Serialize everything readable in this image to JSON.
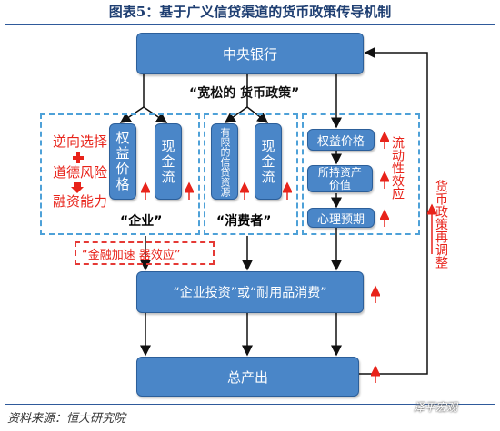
{
  "title": "图表5：基于广义信贷渠道的货币政策传导机制",
  "central_bank": "中央银行",
  "policy_label": "“宽松的 货币政策”",
  "enterprise": {
    "box1": "权益价格",
    "box2": "现金流",
    "left_line1": "逆向选择",
    "left_line2": "道德风险",
    "left_line3": "融资能力",
    "group_label": "“企业”"
  },
  "consumer": {
    "box1": "有限的信贷资源",
    "box2": "现金流",
    "group_label": "“消费者”"
  },
  "asset": {
    "box1": "权益价格",
    "box2": "所持资产价值",
    "box3": "心理预期",
    "side_label": "流动性效应"
  },
  "accelerator": "“金融加速 器效应”",
  "investment": "“企业投资”或“耐用品消费”",
  "output": "总产出",
  "feedback": "货币政策再调整",
  "source": "资料来源：恒大研究院",
  "watermark": "泽平宏观",
  "colors": {
    "box": "#4a86c8",
    "red": "#e8231a",
    "dash": "#4ea1d8"
  }
}
